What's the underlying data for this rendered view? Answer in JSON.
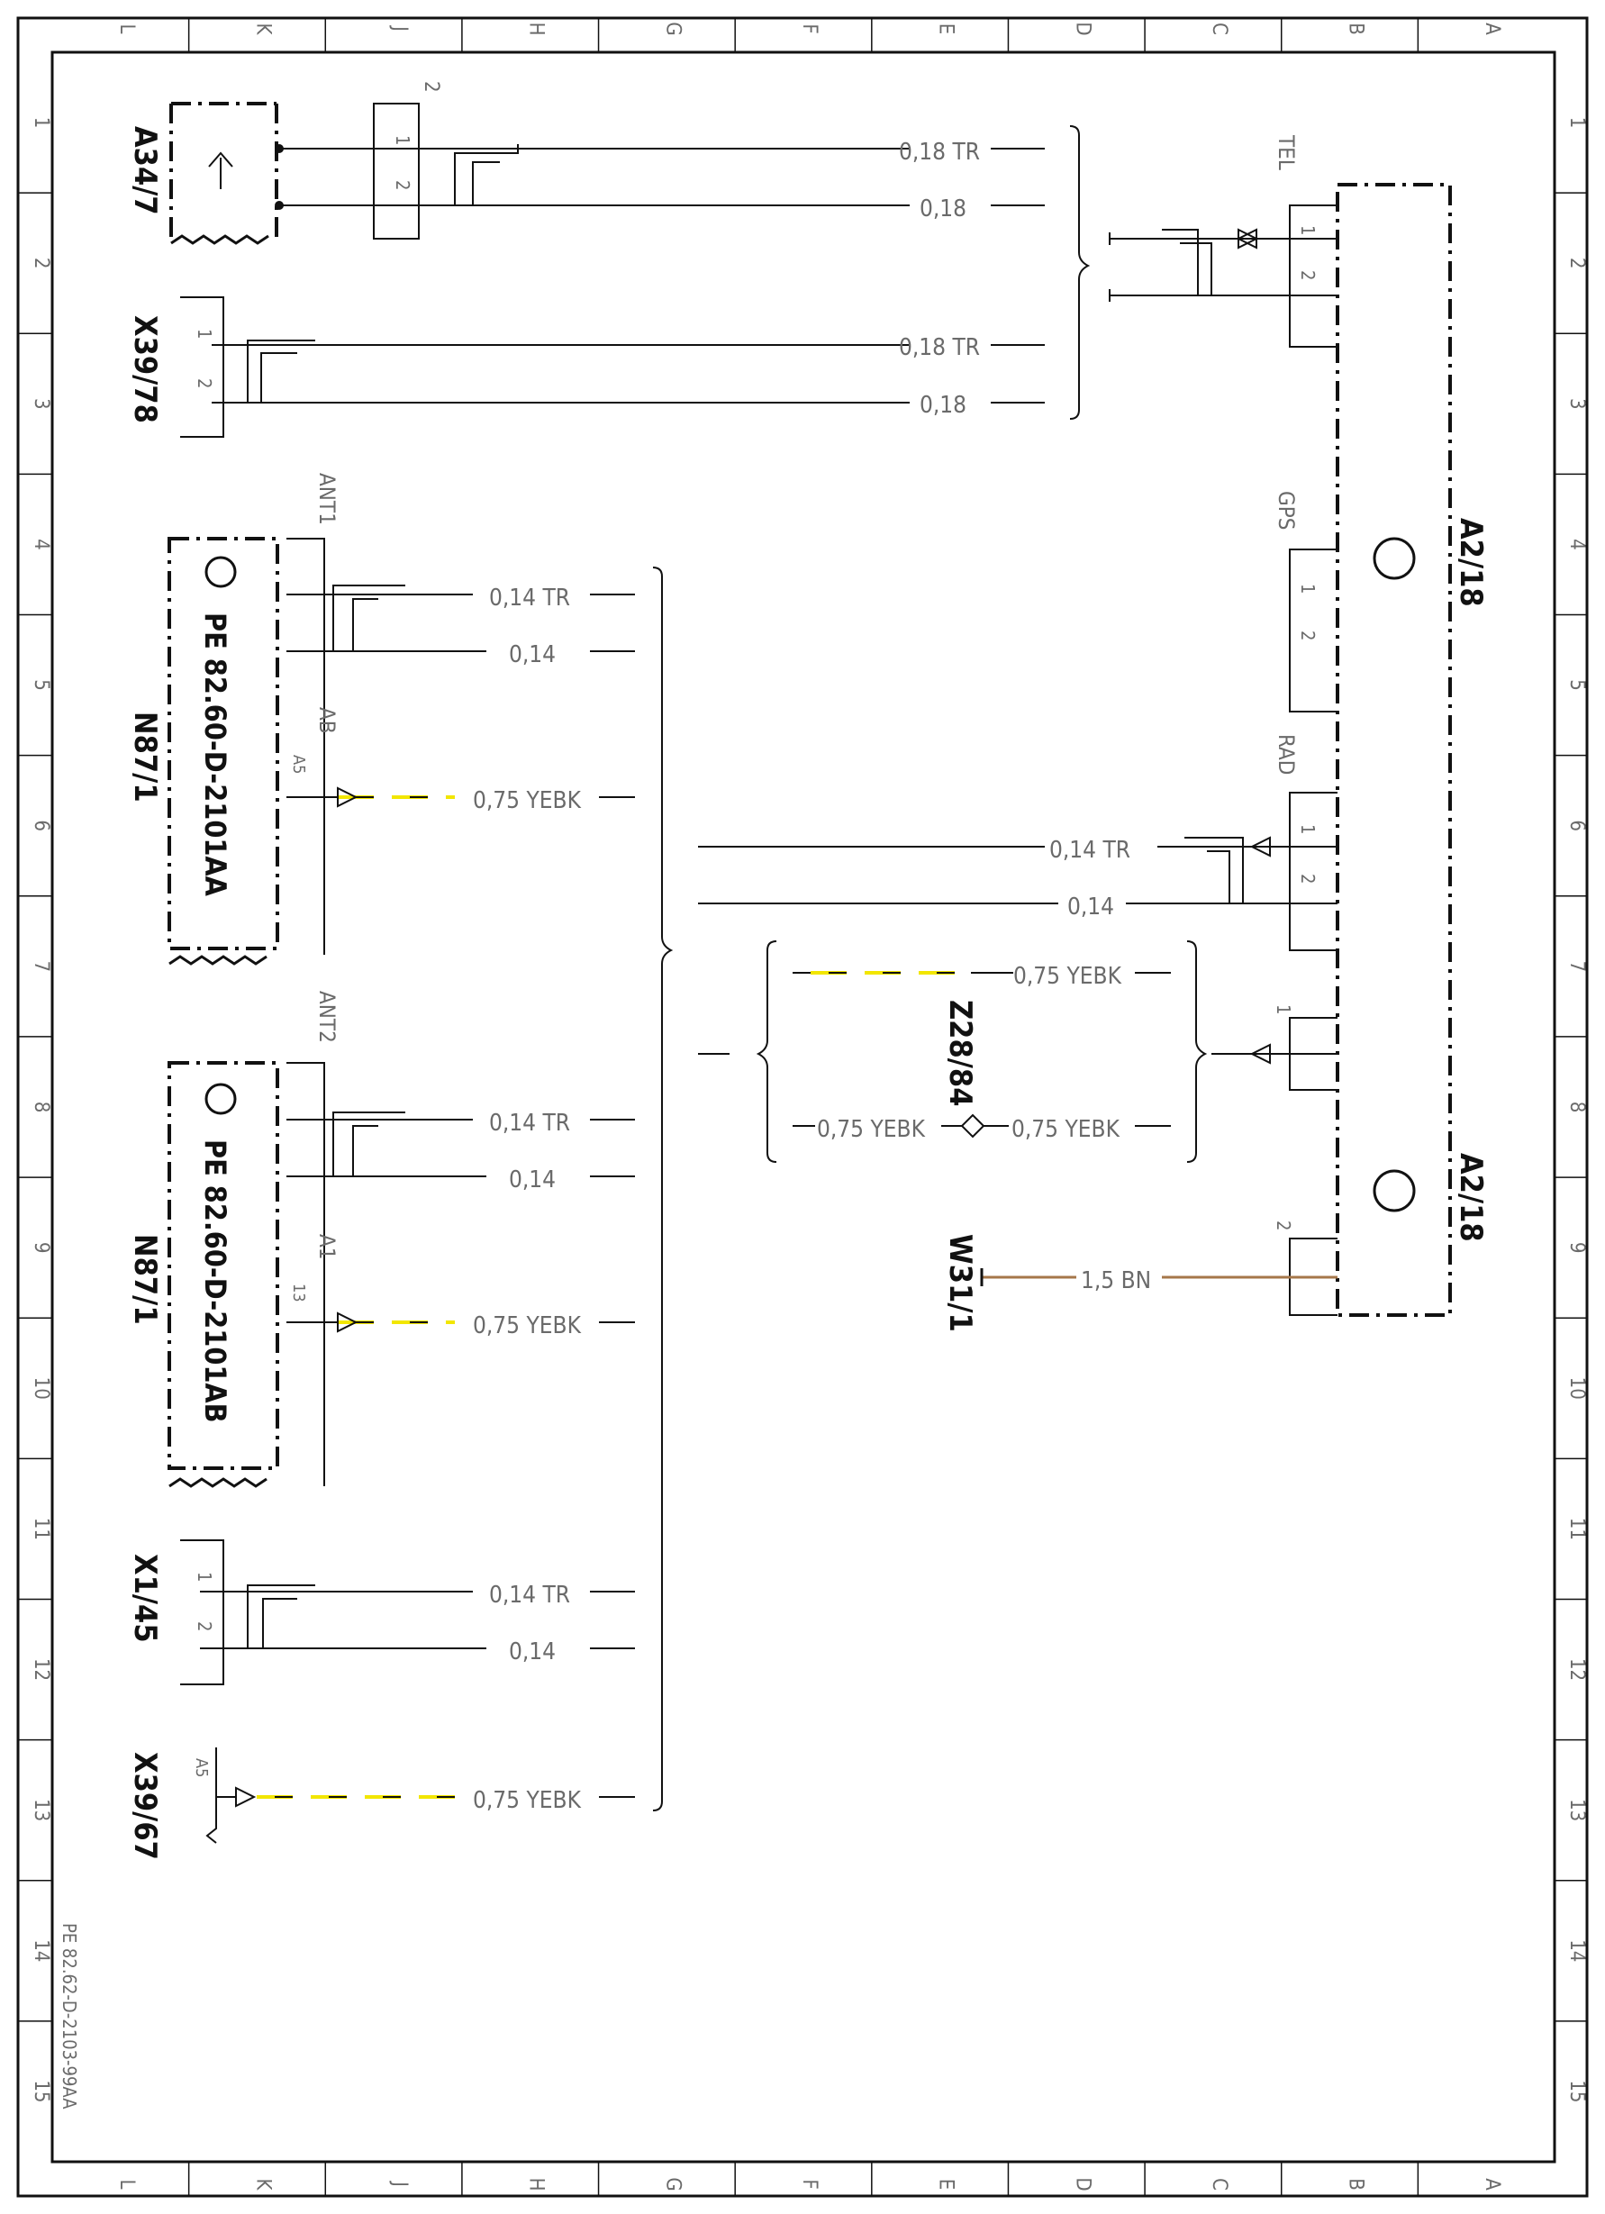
{
  "diagram": {
    "column_labels": [
      "L",
      "K",
      "J",
      "H",
      "G",
      "F",
      "E",
      "D",
      "C",
      "B",
      "A"
    ],
    "row_labels": [
      "1",
      "2",
      "3",
      "4",
      "5",
      "6",
      "7",
      "8",
      "9",
      "10",
      "11",
      "12",
      "13",
      "14",
      "15"
    ],
    "document_number": "PE 82.62-D-2103-99AA",
    "colors": {
      "black": "#111111",
      "gray": "#6a6a6a",
      "yellow": "#f2e600",
      "brown": "#a5774a"
    },
    "components": {
      "a34_7": "A34/7",
      "x39_78": "X39/78",
      "n87_1_a": "N87/1",
      "n87_1_a_ref": "PE 82.60-D-2101AA",
      "n87_1_b": "N87/1",
      "n87_1_b_ref": "PE 82.60-D-2101AB",
      "x1_45": "X1/45",
      "x39_67": "X39/67",
      "z28_84": "Z28/84",
      "w31_1": "W31/1",
      "a2_18_top": "A2/18",
      "a2_18_bottom": "A2/18"
    },
    "connector_labels": {
      "tel": "TEL",
      "gps": "GPS",
      "rad": "RAD",
      "ant1": "ANT1",
      "ab": "AB",
      "ant2": "ANT2",
      "a1": "A1",
      "pin2_top": "2",
      "pin1": "1",
      "pin2": "2",
      "pin13": "13",
      "pin_a5": "A5"
    },
    "wires": {
      "w018tr": "0,18 TR",
      "w018": "0,18",
      "w014tr": "0,14 TR",
      "w014": "0,14",
      "w075yebk": "0,75 YEBK",
      "w15bn": "1,5 BN"
    }
  }
}
